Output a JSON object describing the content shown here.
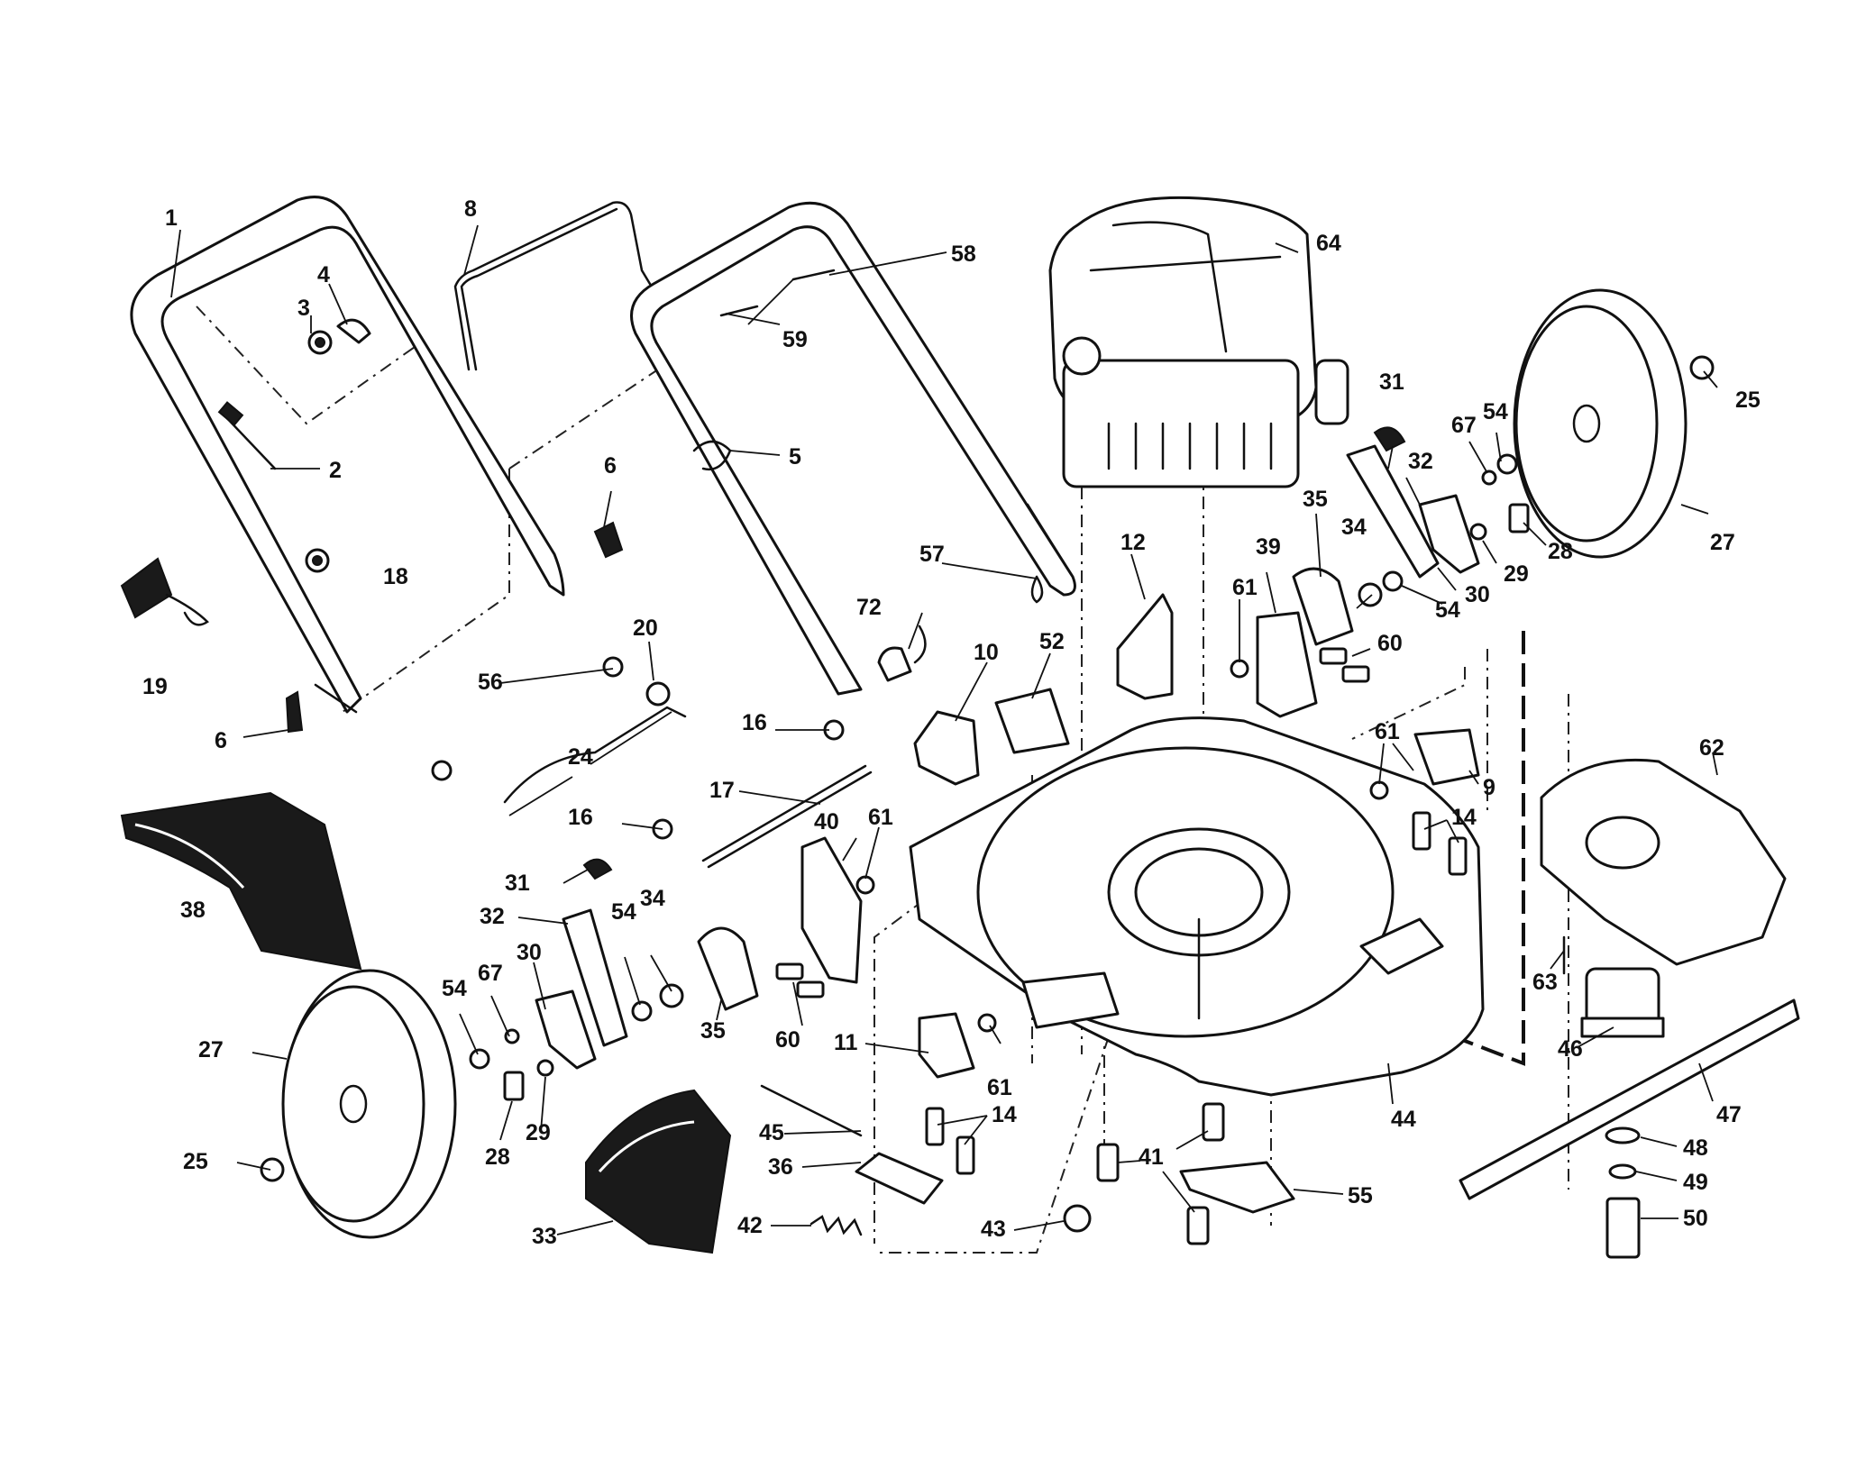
{
  "diagram": {
    "type": "exploded-parts-diagram",
    "colors": {
      "ink": "#111111",
      "fill": "#ffffff",
      "dark_part": "#1a1a1a"
    },
    "callouts": {
      "c1": "1",
      "c2": "2",
      "c3": "3",
      "c4": "4",
      "c5": "5",
      "c6a": "6",
      "c6b": "6",
      "c8": "8",
      "c9": "9",
      "c10": "10",
      "c11": "11",
      "c12": "12",
      "c14a": "14",
      "c14b": "14",
      "c16a": "16",
      "c16b": "16",
      "c17": "17",
      "c18": "18",
      "c19": "19",
      "c20": "20",
      "c24": "24",
      "c25a": "25",
      "c25b": "25",
      "c27a": "27",
      "c27b": "27",
      "c28a": "28",
      "c28b": "28",
      "c29a": "29",
      "c29b": "29",
      "c30a": "30",
      "c30b": "30",
      "c31a": "31",
      "c31b": "31",
      "c32a": "32",
      "c32b": "32",
      "c33": "33",
      "c34a": "34",
      "c34b": "34",
      "c35a": "35",
      "c35b": "35",
      "c36": "36",
      "c38": "38",
      "c39": "39",
      "c40": "40",
      "c41": "41",
      "c42": "42",
      "c43": "43",
      "c44": "44",
      "c45": "45",
      "c46": "46",
      "c47": "47",
      "c48": "48",
      "c49": "49",
      "c50": "50",
      "c52": "52",
      "c54a": "54",
      "c54b": "54",
      "c54c": "54",
      "c54d": "54",
      "c55": "55",
      "c56": "56",
      "c57": "57",
      "c58": "58",
      "c59": "59",
      "c60a": "60",
      "c60b": "60",
      "c61a": "61",
      "c61b": "61",
      "c61c": "61",
      "c61d": "61",
      "c62": "62",
      "c63": "63",
      "c64": "64",
      "c67a": "67",
      "c67b": "67",
      "c72": "72"
    }
  }
}
